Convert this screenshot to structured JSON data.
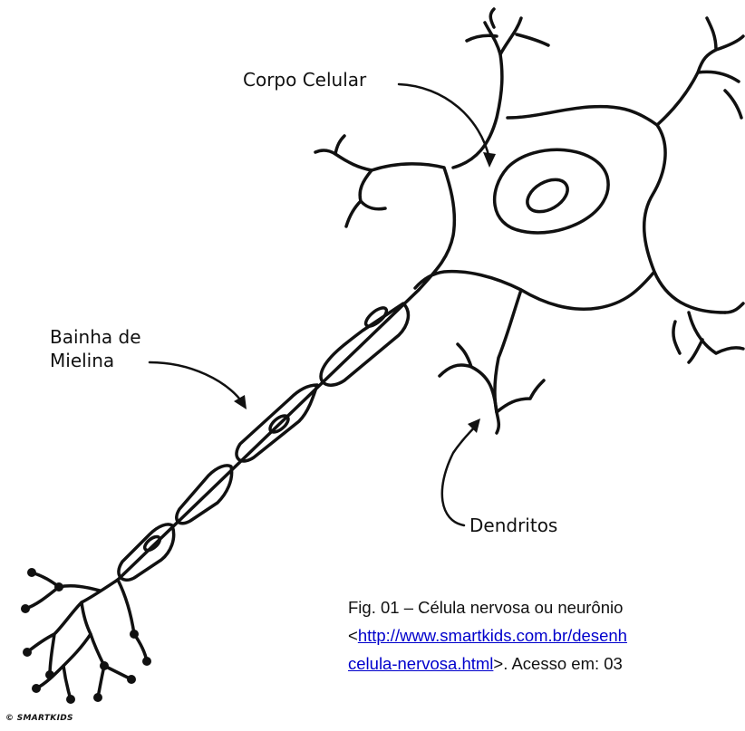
{
  "labels": {
    "corpo_celular": "Corpo Celular",
    "bainha_line1": "Bainha de",
    "bainha_line2": "Mielina",
    "dendritos": "Dendritos"
  },
  "watermark": "© SMARTKIDS",
  "caption": {
    "line1": "Fig. 01 – Célula nervosa ou neurônio",
    "line2_prefix": "<",
    "link_part1": "http://www.smartkids.com.br/desenh",
    "link_part2": "celula-nervosa.html",
    "line3_suffix": ">. Acesso em: 03"
  },
  "colors": {
    "ink": "#111111",
    "link": "#0000cc",
    "background": "#ffffff"
  }
}
